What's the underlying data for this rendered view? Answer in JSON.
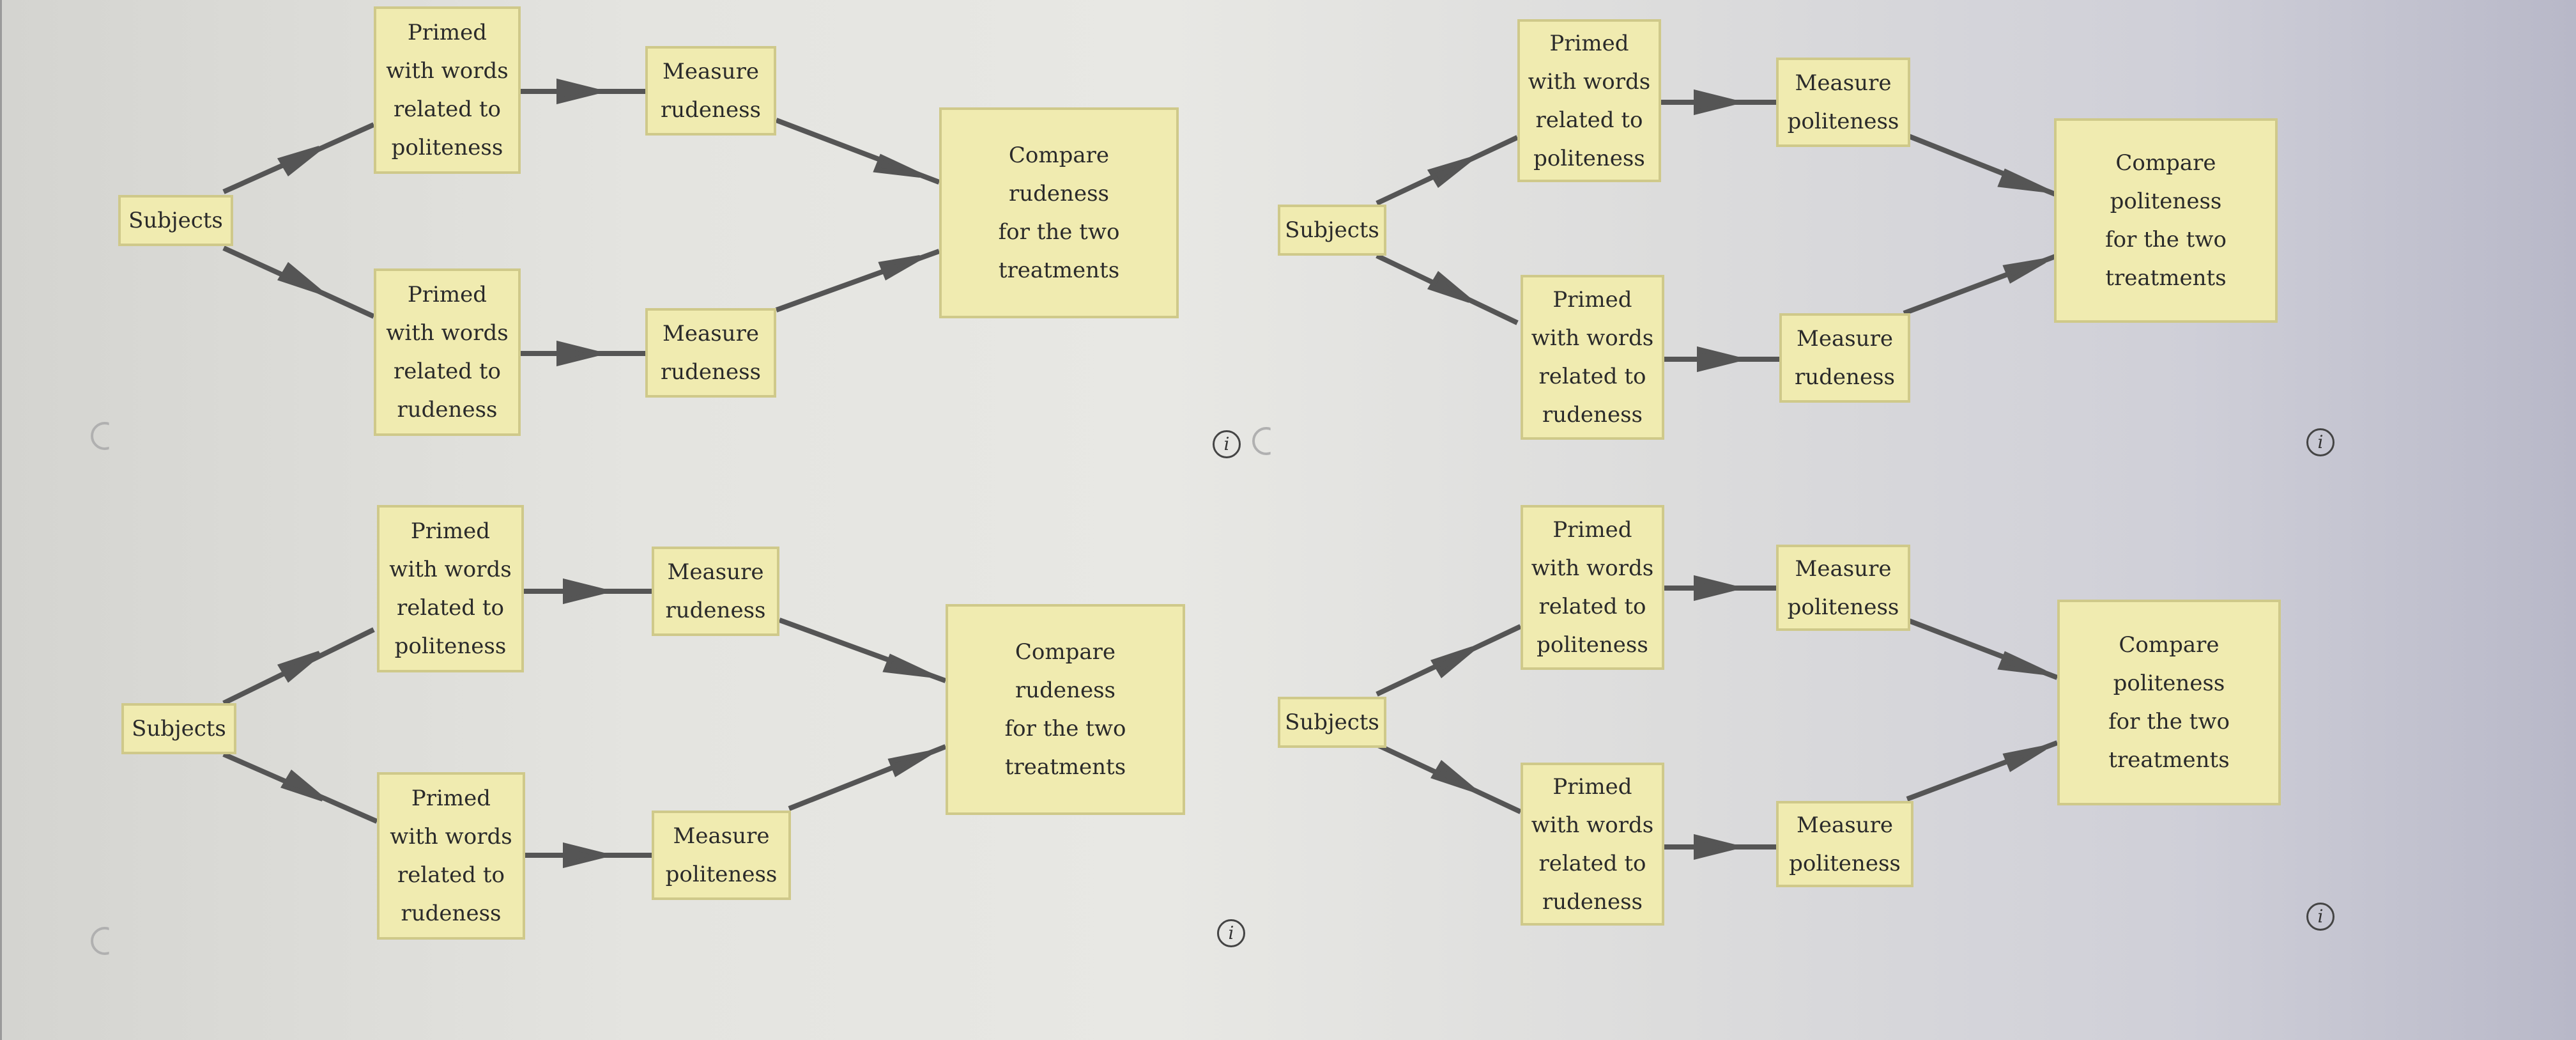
{
  "options": [
    {
      "subjects": "Subjects",
      "top_treatment": "Primed\nwith words\nrelated to\npoliteness",
      "top_measure": "Measure\nrudeness",
      "bottom_treatment": "Primed\nwith words\nrelated to\nrudeness",
      "bottom_measure": "Measure\nrudeness",
      "compare": "Compare\nrudeness\nfor the two\ntreatments"
    },
    {
      "subjects": "Subjects",
      "top_treatment": "Primed\nwith words\nrelated to\npoliteness",
      "top_measure": "Measure\npoliteness",
      "bottom_treatment": "Primed\nwith words\nrelated to\nrudeness",
      "bottom_measure": "Measure\nrudeness",
      "compare": "Compare\npoliteness\nfor the two\ntreatments"
    },
    {
      "subjects": "Subjects",
      "top_treatment": "Primed\nwith words\nrelated to\npoliteness",
      "top_measure": "Measure\nrudeness",
      "bottom_treatment": "Primed\nwith words\nrelated to\nrudeness",
      "bottom_measure": "Measure\npoliteness",
      "compare": "Compare\nrudeness\nfor the two\ntreatments"
    },
    {
      "subjects": "Subjects",
      "top_treatment": "Primed\nwith words\nrelated to\npoliteness",
      "top_measure": "Measure\npoliteness",
      "bottom_treatment": "Primed\nwith words\nrelated to\nrudeness",
      "bottom_measure": "Measure\npoliteness",
      "compare": "Compare\npoliteness\nfor the two\ntreatments"
    }
  ],
  "info_icon_glyph": "i",
  "colors": {
    "box_fill": "#f0ebb0",
    "box_border": "#cfc98a",
    "arrow": "#555555"
  }
}
